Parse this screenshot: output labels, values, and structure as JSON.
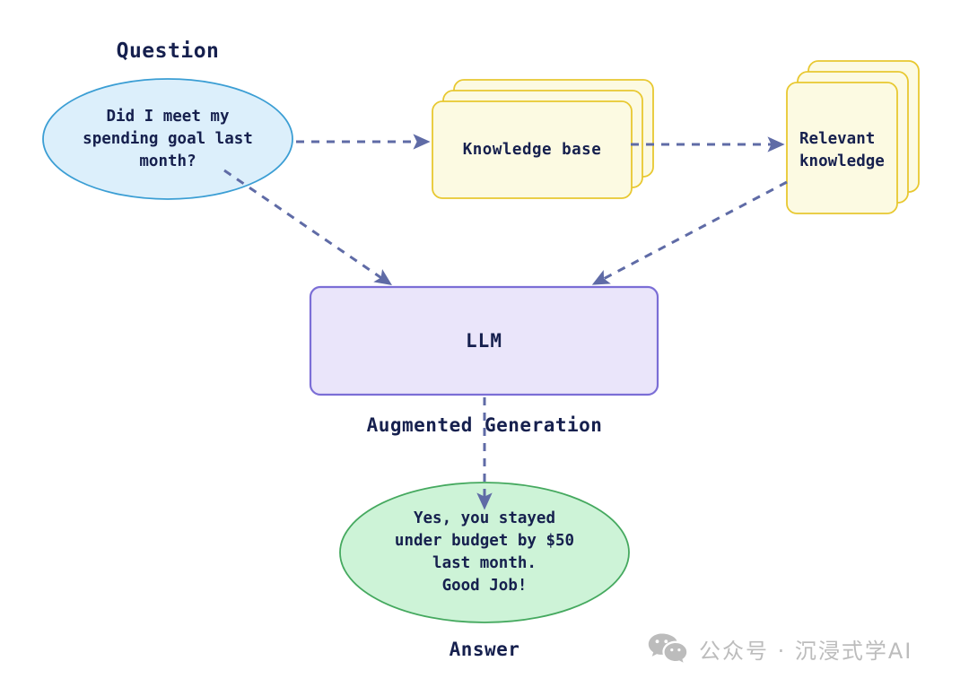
{
  "diagram": {
    "title_colors": {
      "text_navy": "#16204e",
      "arrow_slate": "#5f6ba6",
      "question_fill": "#dcefFB",
      "question_stroke": "#3b9ed4",
      "card_fill": "#fcfae2",
      "card_stroke": "#e8c830",
      "llm_fill": "#eae5fa",
      "llm_stroke": "#7b6ed6",
      "answer_fill": "#cdf3d7",
      "answer_stroke": "#45a95f",
      "watermark_gray": "#bcbcbc"
    },
    "question": {
      "caption": "Question",
      "text": "Did I meet my\nspending goal last\nmonth?"
    },
    "knowledge_base": {
      "text": "Knowledge base"
    },
    "relevant_knowledge": {
      "text": "Relevant\nknowledge"
    },
    "llm": {
      "text": "LLM",
      "caption": "Augmented Generation"
    },
    "answer": {
      "text": "Yes, you stayed\nunder budget by $50\nlast month.\nGood Job!",
      "caption": "Answer"
    },
    "watermark": {
      "icon": "wechat-icon",
      "text": "公众号 · 沉浸式学AI"
    },
    "edges": [
      {
        "name": "question-to-knowledge-base",
        "style": "dashed-arrow"
      },
      {
        "name": "knowledge-base-to-relevant-knowledge",
        "style": "dashed-arrow"
      },
      {
        "name": "question-to-llm",
        "style": "dashed-arrow"
      },
      {
        "name": "relevant-knowledge-to-llm",
        "style": "dashed-arrow"
      },
      {
        "name": "llm-to-answer",
        "style": "dashed-arrow"
      }
    ]
  }
}
